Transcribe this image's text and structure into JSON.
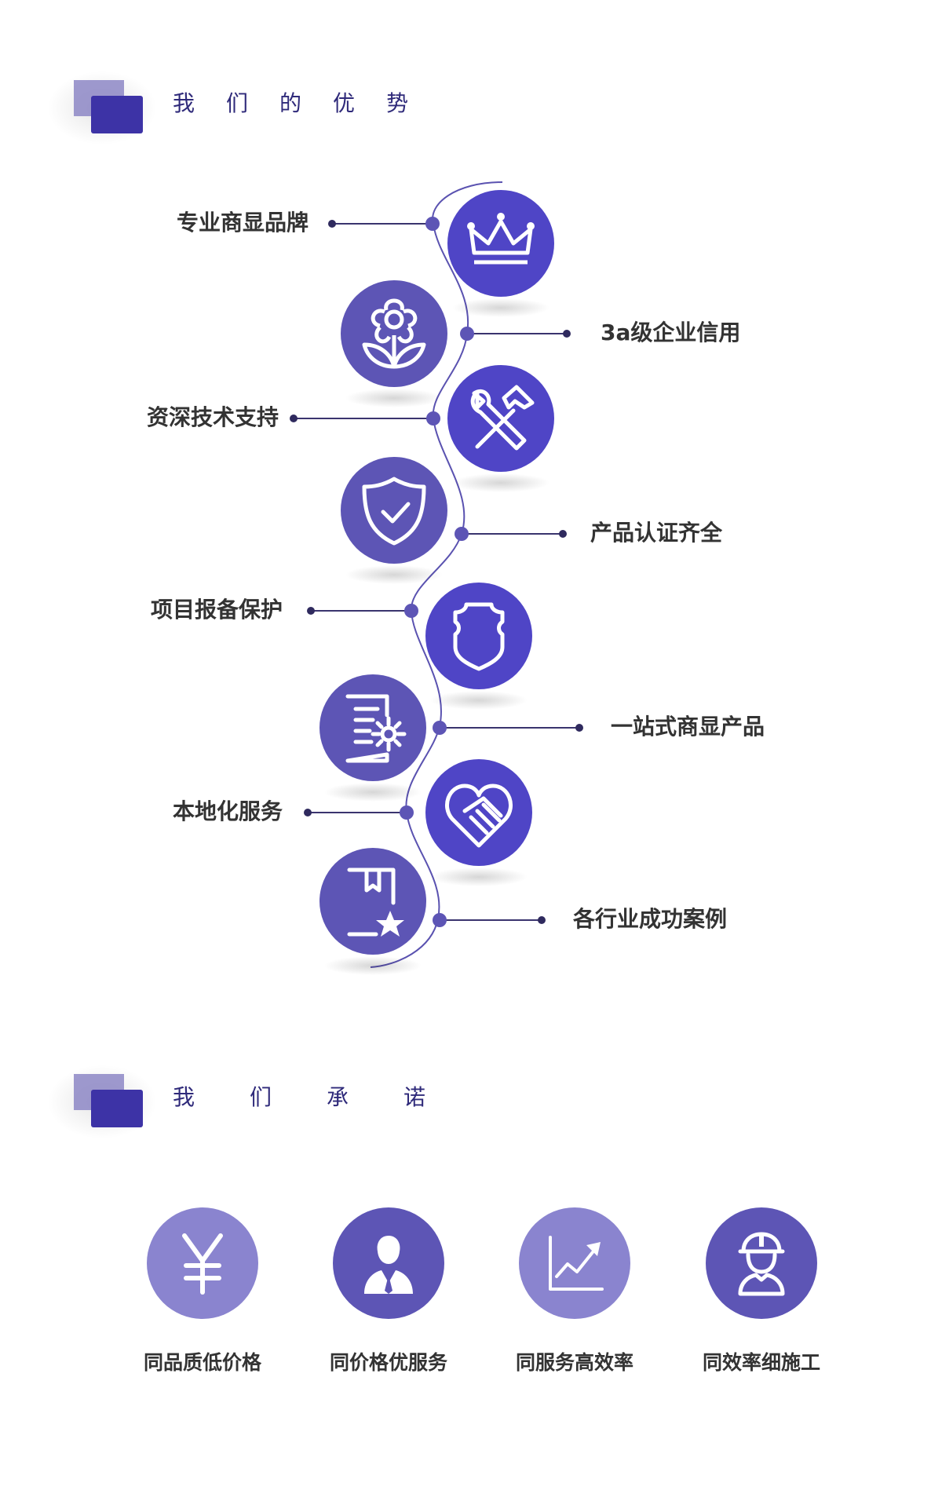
{
  "colors": {
    "primary": "#4f45c6",
    "secondary": "#5d55b5",
    "light": "#8a84cf",
    "title": "#2f2a7a",
    "label": "#333333"
  },
  "sections": {
    "advantages": {
      "title": [
        "我",
        "们",
        "的",
        "优",
        "势"
      ]
    },
    "promises": {
      "title": [
        "我",
        "们",
        "承",
        "诺"
      ]
    }
  },
  "advantages": [
    {
      "label": "专业商显品牌",
      "icon": "crown-icon"
    },
    {
      "label": "3a级企业信用",
      "icon": "flower-icon"
    },
    {
      "label": "资深技术支持",
      "icon": "tools-icon"
    },
    {
      "label": "产品认证齐全",
      "icon": "shield-check-icon"
    },
    {
      "label": "项目报备保护",
      "icon": "shield-icon"
    },
    {
      "label": "一站式商显产品",
      "icon": "document-gear-icon"
    },
    {
      "label": "本地化服务",
      "icon": "handshake-heart-icon"
    },
    {
      "label": "各行业成功案例",
      "icon": "bookmark-star-icon"
    }
  ],
  "promises": [
    {
      "label": "同品质低价格",
      "icon": "yuan-icon"
    },
    {
      "label": "同价格优服务",
      "icon": "person-icon"
    },
    {
      "label": "同服务高效率",
      "icon": "chart-up-icon"
    },
    {
      "label": "同效率细施工",
      "icon": "worker-icon"
    }
  ]
}
